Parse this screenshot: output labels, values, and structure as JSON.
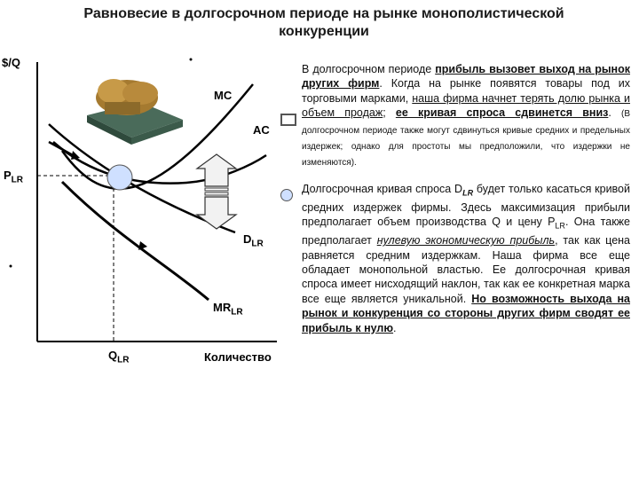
{
  "title": {
    "line1": "Равновесие в долгосрочном периоде на рынке монополистической",
    "line2": "конкуренции"
  },
  "graph": {
    "y_axis_label": "$/Q",
    "x_axis_label": "Количество",
    "price_label": "P",
    "price_sub": "LR",
    "qty_label": "Q",
    "qty_sub": "LR",
    "mc_label": "MC",
    "ac_label": "AC",
    "d_label": "D",
    "d_sub": "LR",
    "mr_label": "MR",
    "mr_sub": "LR",
    "image_icon": "fist-sculpture-image",
    "arrow_icon": "vertical-double-arrow-icon"
  },
  "text": {
    "p1_a": "В долгосрочном периоде ",
    "p1_b": "прибыль вызовет выход на рынок других фирм",
    "p1_c": ". Когда на рынке появятся товары под их торговыми марками, ",
    "p1_d": "наша фирма начнет терять долю рынка и объем продаж",
    "p1_e": "; ",
    "p1_f": "ее кривая спроса сдвинется вниз",
    "p1_g": ". ",
    "p1_small": "(В долгосрочном периоде также могут сдвинуться кривые средних и предельных издержек; однако для простоты мы предположили, что издержки не изменяются).",
    "p2_a": "Долгосрочная кривая спроса D",
    "p2_a_sub": "LR",
    "p2_b": " будет только касаться кривой средних издержек фирмы. Здесь максимизация прибыли предполагает объем производства Q и цену P",
    "p2_b_sub": "LR",
    "p2_c": ". Она также предполагает ",
    "p2_d": "нулевую экономическую прибыль",
    "p2_e": ", так как цена равняется средним издержкам. Наша фирма все еще обладает монопольной властью. Ее долгосрочная кривая спроса имеет нисходящий наклон, так как ее конкретная марка все еще является уникальной. ",
    "p2_f": "Но возможность выхода на рынок и конкуренция со стороны других фирм сводят ее прибыль к нулю",
    "p2_g": "."
  }
}
